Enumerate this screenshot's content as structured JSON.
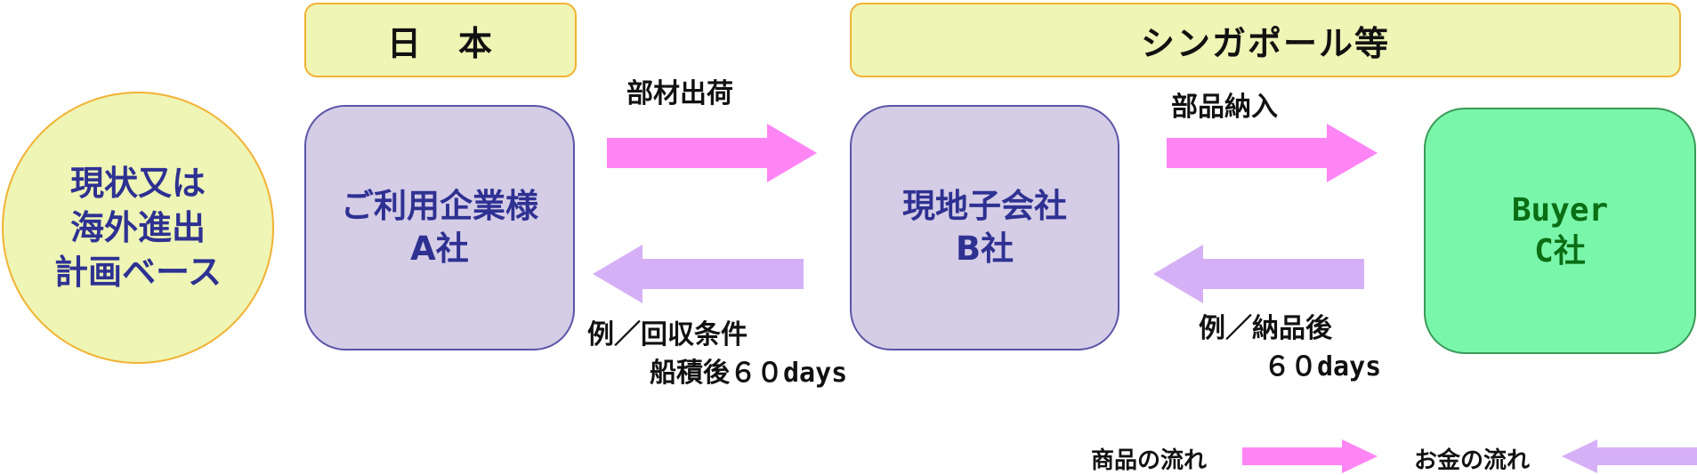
{
  "headers": {
    "japan": "日　本",
    "singapore": "シンガポール等"
  },
  "circle": {
    "lines": [
      "現状又は",
      "海外進出",
      "計画ベース"
    ]
  },
  "boxes": {
    "company_a": {
      "line1": "ご利用企業様",
      "line2": "A社"
    },
    "subsidiary_b": {
      "line1": "現地子会社",
      "line2": "B社"
    },
    "buyer_c": {
      "line1": "Buyer",
      "line2": "C社"
    }
  },
  "flows": {
    "materials_shipment": "部材出荷",
    "parts_delivery": "部品納入",
    "collection_line1": "例／回収条件",
    "collection_line2": "船積後６０days",
    "after_delivery_line1": "例／納品後",
    "after_delivery_line2": "６０days"
  },
  "legend": {
    "goods_flow": "商品の流れ",
    "money_flow": "お金の流れ"
  },
  "colors": {
    "goods_arrow": "#ff85f5",
    "money_arrow": "#d6b0f7",
    "header_fill": "#eef5b5",
    "header_border": "#f2b233",
    "box_fill": "#d5cde6",
    "box_text": "#2e3192",
    "buyer_fill": "#7af6aa",
    "buyer_text": "#0a6e14"
  }
}
